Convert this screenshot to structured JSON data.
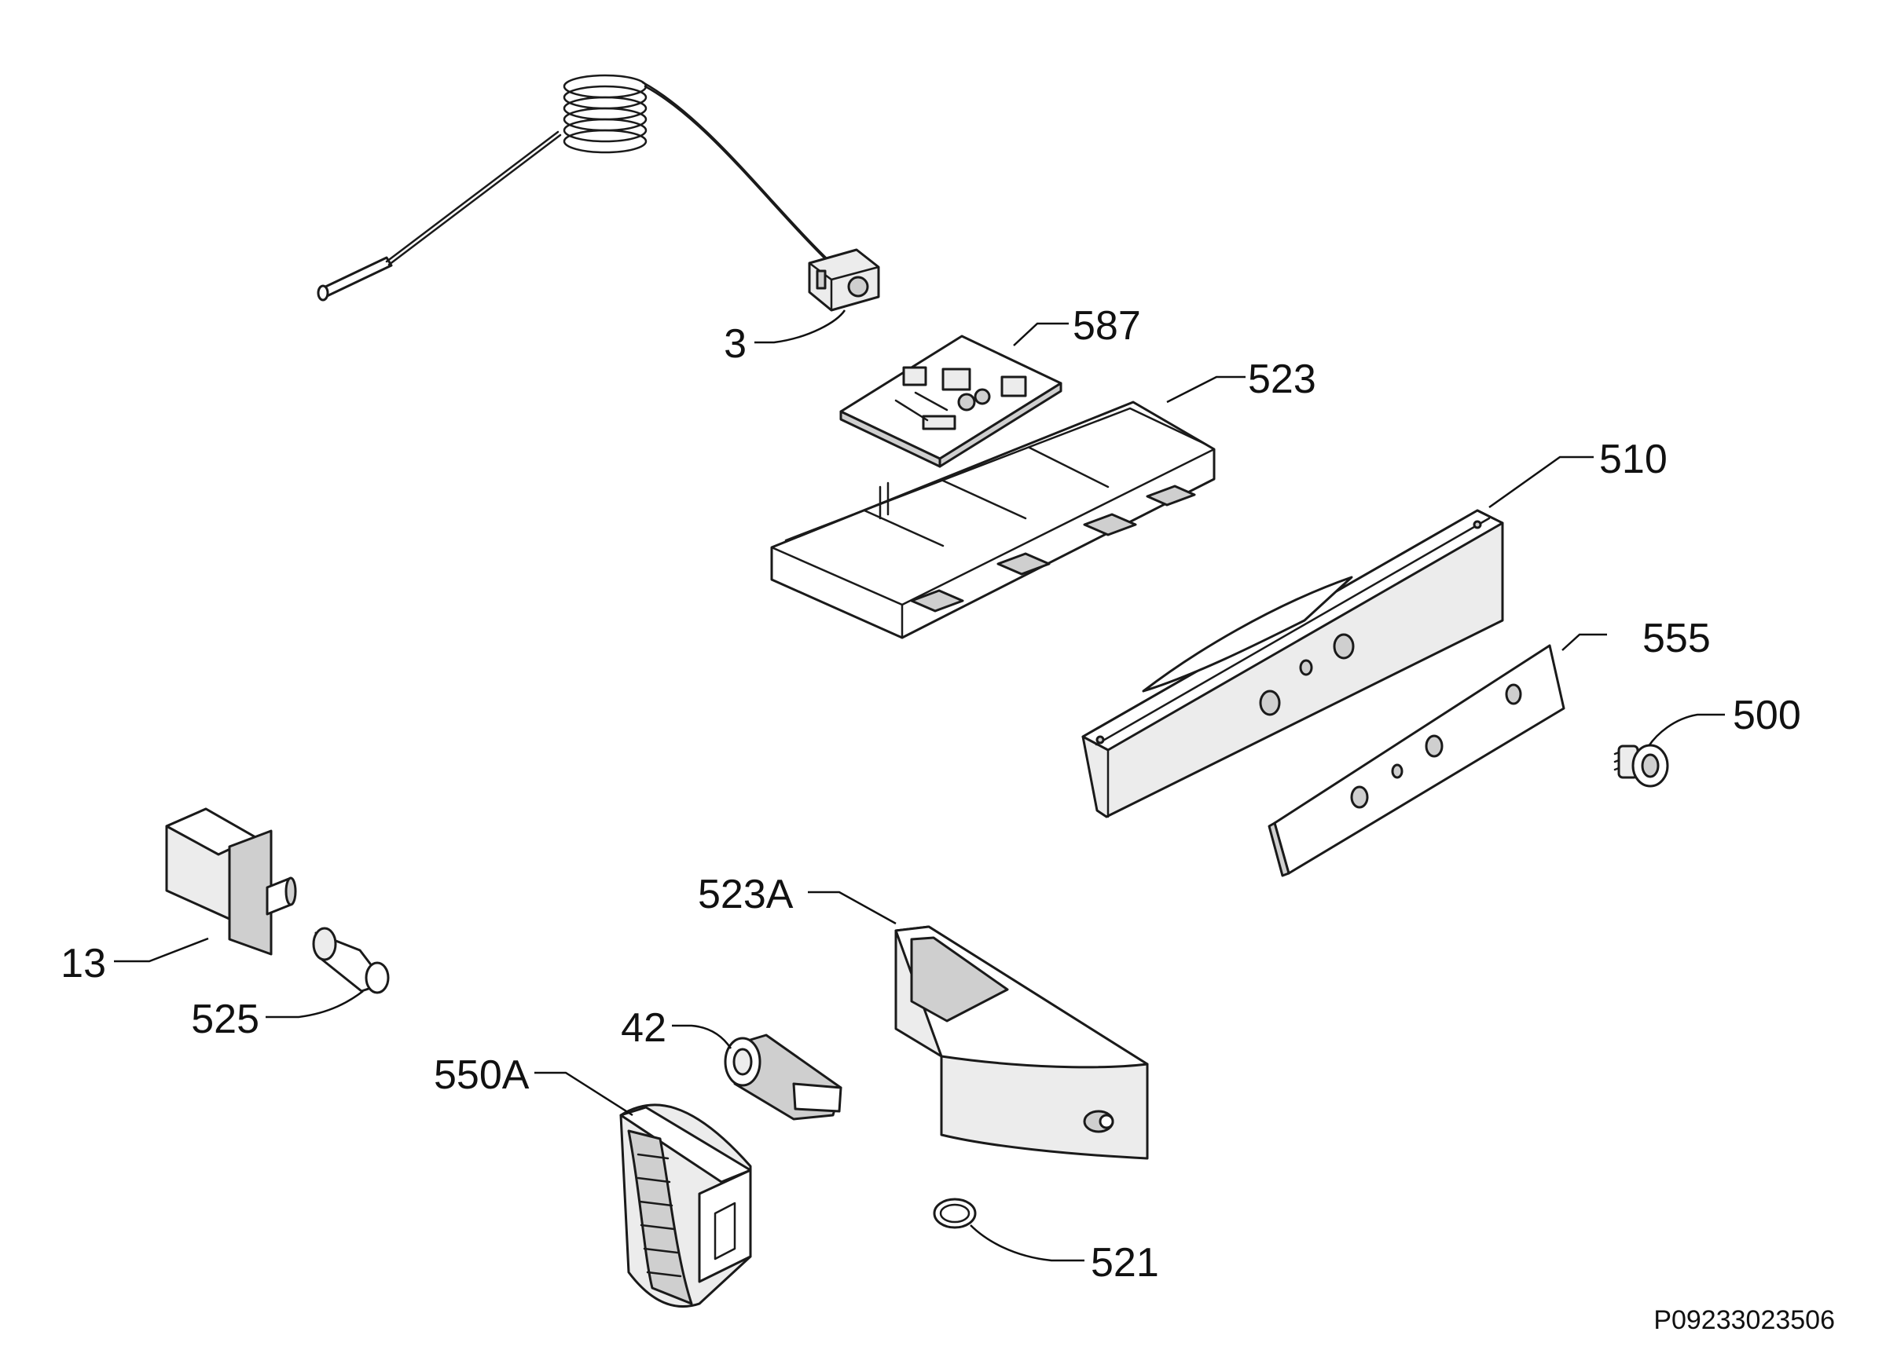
{
  "parts": [
    {
      "id": "thermostat",
      "label": "3"
    },
    {
      "id": "pcb",
      "label": "587"
    },
    {
      "id": "housing",
      "label": "523"
    },
    {
      "id": "panel",
      "label": "510"
    },
    {
      "id": "strip",
      "label": "555"
    },
    {
      "id": "bulb",
      "label": "500"
    },
    {
      "id": "switch",
      "label": "13"
    },
    {
      "id": "plunger",
      "label": "525"
    },
    {
      "id": "cover-right",
      "label": "523A"
    },
    {
      "id": "lamp-holder",
      "label": "42"
    },
    {
      "id": "cover-left",
      "label": "550A"
    },
    {
      "id": "washer",
      "label": "521"
    }
  ],
  "diagram_code": "P09233023506"
}
